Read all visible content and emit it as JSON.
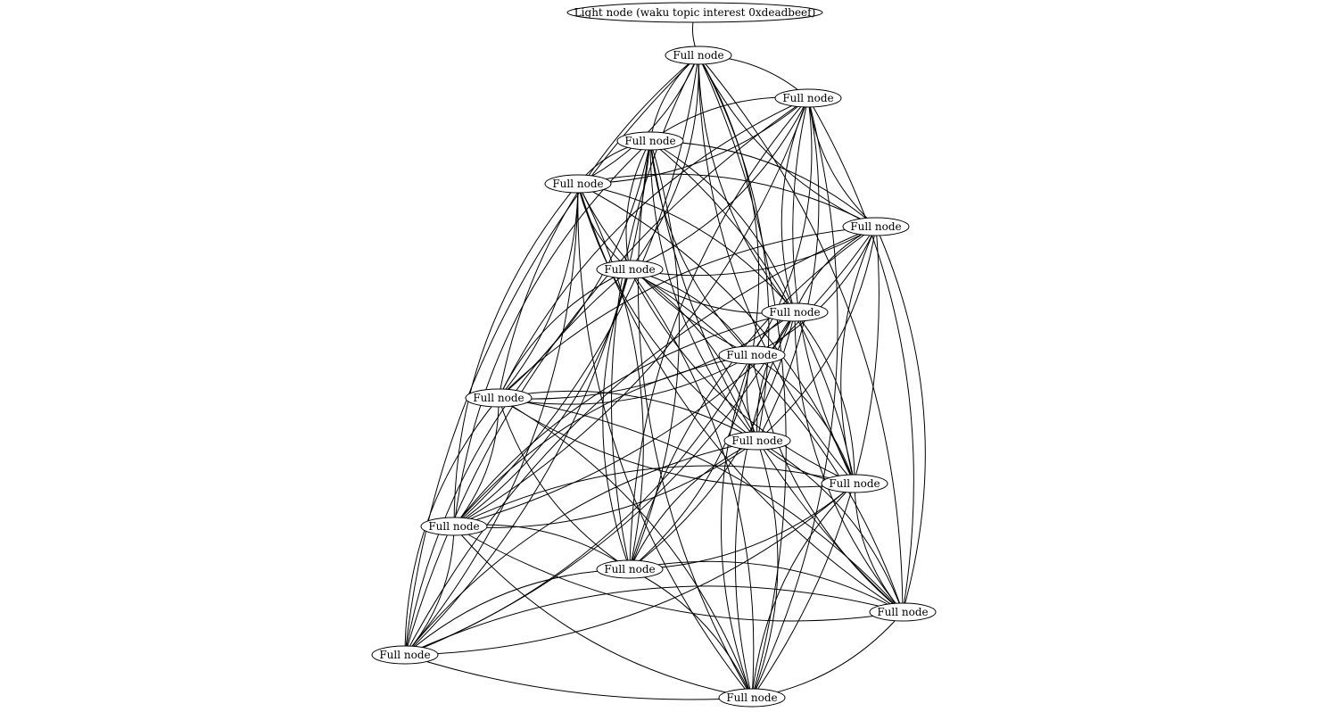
{
  "graph": {
    "light_node_label": "Light node (waku topic interest 0xdeadbeef)",
    "full_node_label": "Full node",
    "colors": {
      "stroke": "#000000",
      "fill": "#ffffff",
      "background": "#ffffff"
    },
    "nodes": [
      {
        "id": "L",
        "label": "Light node (waku topic interest 0xdeadbeef)",
        "kind": "light"
      },
      {
        "id": "A",
        "label": "Full node",
        "kind": "full"
      },
      {
        "id": "B",
        "label": "Full node",
        "kind": "full"
      },
      {
        "id": "C",
        "label": "Full node",
        "kind": "full"
      },
      {
        "id": "D",
        "label": "Full node",
        "kind": "full"
      },
      {
        "id": "E",
        "label": "Full node",
        "kind": "full"
      },
      {
        "id": "F",
        "label": "Full node",
        "kind": "full"
      },
      {
        "id": "G",
        "label": "Full node",
        "kind": "full"
      },
      {
        "id": "H",
        "label": "Full node",
        "kind": "full"
      },
      {
        "id": "I",
        "label": "Full node",
        "kind": "full"
      },
      {
        "id": "J",
        "label": "Full node",
        "kind": "full"
      },
      {
        "id": "K",
        "label": "Full node",
        "kind": "full"
      },
      {
        "id": "M",
        "label": "Full node",
        "kind": "full"
      },
      {
        "id": "N",
        "label": "Full node",
        "kind": "full"
      },
      {
        "id": "O",
        "label": "Full node",
        "kind": "full"
      },
      {
        "id": "P",
        "label": "Full node",
        "kind": "full"
      },
      {
        "id": "Q",
        "label": "Full node",
        "kind": "full"
      }
    ],
    "edges": [
      [
        "L",
        "A"
      ],
      [
        "A",
        "B"
      ],
      [
        "A",
        "C"
      ],
      [
        "A",
        "D"
      ],
      [
        "A",
        "E"
      ],
      [
        "A",
        "F"
      ],
      [
        "A",
        "G"
      ],
      [
        "A",
        "H"
      ],
      [
        "A",
        "I"
      ],
      [
        "A",
        "J"
      ],
      [
        "A",
        "K"
      ],
      [
        "A",
        "M"
      ],
      [
        "A",
        "N"
      ],
      [
        "A",
        "O"
      ],
      [
        "A",
        "P"
      ],
      [
        "A",
        "Q"
      ],
      [
        "B",
        "C"
      ],
      [
        "B",
        "D"
      ],
      [
        "B",
        "E"
      ],
      [
        "B",
        "F"
      ],
      [
        "B",
        "G"
      ],
      [
        "B",
        "H"
      ],
      [
        "B",
        "I"
      ],
      [
        "B",
        "J"
      ],
      [
        "B",
        "K"
      ],
      [
        "B",
        "M"
      ],
      [
        "B",
        "N"
      ],
      [
        "B",
        "O"
      ],
      [
        "B",
        "P"
      ],
      [
        "B",
        "Q"
      ],
      [
        "C",
        "D"
      ],
      [
        "C",
        "E"
      ],
      [
        "C",
        "F"
      ],
      [
        "C",
        "G"
      ],
      [
        "C",
        "H"
      ],
      [
        "C",
        "I"
      ],
      [
        "C",
        "J"
      ],
      [
        "C",
        "K"
      ],
      [
        "C",
        "M"
      ],
      [
        "C",
        "N"
      ],
      [
        "C",
        "O"
      ],
      [
        "C",
        "P"
      ],
      [
        "C",
        "Q"
      ],
      [
        "D",
        "E"
      ],
      [
        "D",
        "F"
      ],
      [
        "D",
        "G"
      ],
      [
        "D",
        "H"
      ],
      [
        "D",
        "I"
      ],
      [
        "D",
        "J"
      ],
      [
        "D",
        "K"
      ],
      [
        "D",
        "M"
      ],
      [
        "D",
        "N"
      ],
      [
        "D",
        "O"
      ],
      [
        "D",
        "P"
      ],
      [
        "D",
        "Q"
      ],
      [
        "E",
        "F"
      ],
      [
        "E",
        "G"
      ],
      [
        "E",
        "H"
      ],
      [
        "E",
        "I"
      ],
      [
        "E",
        "J"
      ],
      [
        "E",
        "K"
      ],
      [
        "E",
        "M"
      ],
      [
        "E",
        "N"
      ],
      [
        "E",
        "O"
      ],
      [
        "E",
        "P"
      ],
      [
        "E",
        "Q"
      ],
      [
        "F",
        "G"
      ],
      [
        "F",
        "H"
      ],
      [
        "F",
        "I"
      ],
      [
        "F",
        "J"
      ],
      [
        "F",
        "K"
      ],
      [
        "F",
        "M"
      ],
      [
        "F",
        "N"
      ],
      [
        "F",
        "O"
      ],
      [
        "F",
        "P"
      ],
      [
        "F",
        "Q"
      ],
      [
        "G",
        "H"
      ],
      [
        "G",
        "I"
      ],
      [
        "G",
        "J"
      ],
      [
        "G",
        "K"
      ],
      [
        "G",
        "M"
      ],
      [
        "G",
        "N"
      ],
      [
        "G",
        "O"
      ],
      [
        "G",
        "P"
      ],
      [
        "G",
        "Q"
      ],
      [
        "H",
        "I"
      ],
      [
        "H",
        "J"
      ],
      [
        "H",
        "K"
      ],
      [
        "H",
        "M"
      ],
      [
        "H",
        "N"
      ],
      [
        "H",
        "O"
      ],
      [
        "H",
        "P"
      ],
      [
        "H",
        "Q"
      ],
      [
        "I",
        "J"
      ],
      [
        "I",
        "K"
      ],
      [
        "I",
        "M"
      ],
      [
        "I",
        "N"
      ],
      [
        "I",
        "O"
      ],
      [
        "I",
        "P"
      ],
      [
        "I",
        "Q"
      ],
      [
        "J",
        "K"
      ],
      [
        "J",
        "M"
      ],
      [
        "J",
        "N"
      ],
      [
        "J",
        "O"
      ],
      [
        "J",
        "P"
      ],
      [
        "J",
        "Q"
      ],
      [
        "K",
        "M"
      ],
      [
        "K",
        "N"
      ],
      [
        "K",
        "O"
      ],
      [
        "K",
        "P"
      ],
      [
        "K",
        "Q"
      ],
      [
        "M",
        "N"
      ],
      [
        "M",
        "O"
      ],
      [
        "M",
        "P"
      ],
      [
        "M",
        "Q"
      ],
      [
        "N",
        "O"
      ],
      [
        "N",
        "P"
      ],
      [
        "N",
        "Q"
      ],
      [
        "O",
        "P"
      ],
      [
        "O",
        "Q"
      ],
      [
        "P",
        "Q"
      ]
    ]
  }
}
